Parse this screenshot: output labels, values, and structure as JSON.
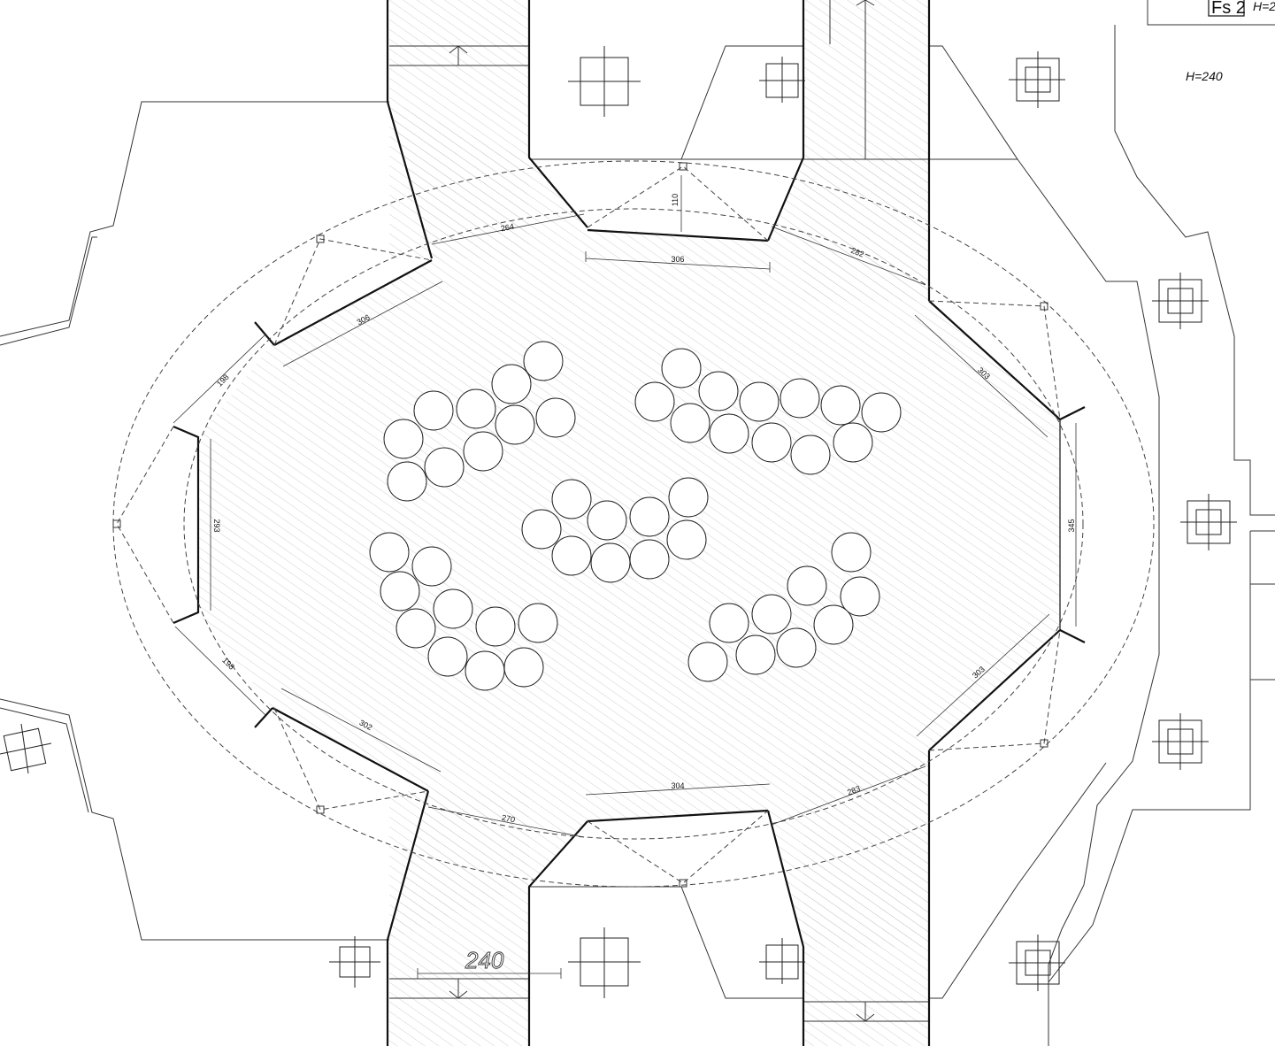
{
  "drawing": {
    "height_label": "H=240",
    "height_label_cut": "H=2",
    "section_mark": "Fs 2",
    "section_dim": "240"
  },
  "dimensions": {
    "top_wall": "306",
    "top_slot": "110",
    "upper_left_seg": "264",
    "upper_right_seg": "282",
    "left_upper_wall": "306",
    "left_upper_short": "198",
    "left_wall": "293",
    "left_lower_short": "198",
    "left_lower_wall": "302",
    "lower_left_seg": "270",
    "bottom_wall": "304",
    "lower_right_seg": "283",
    "right_upper_wall": "303",
    "right_wall": "345",
    "right_lower_wall": "303"
  },
  "colors": {
    "line": "#222222",
    "hatch": "#bbbbbb",
    "background": "#ffffff"
  },
  "icons": [
    "column-icon",
    "seat-icon",
    "section-arrow-icon"
  ]
}
